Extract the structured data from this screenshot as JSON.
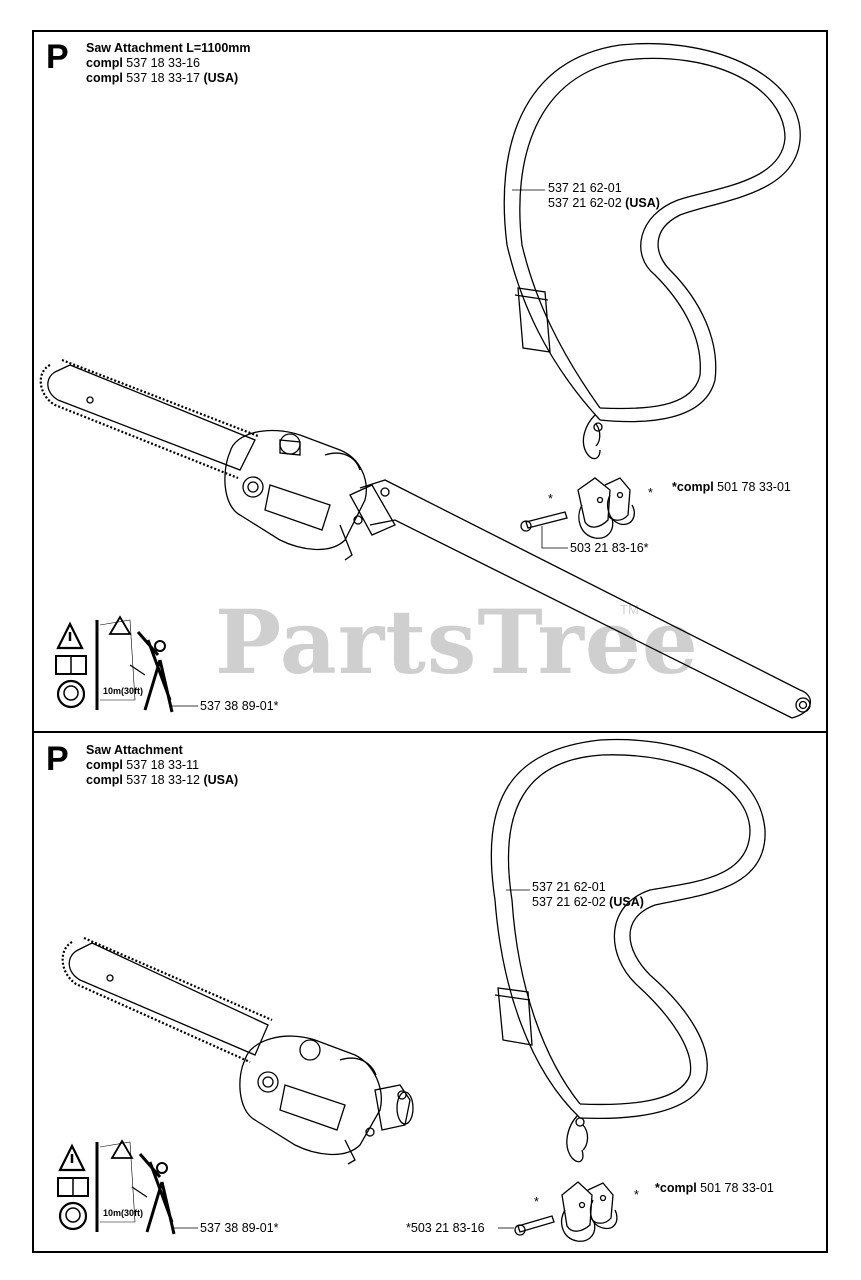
{
  "watermark": {
    "text": "PartsTree",
    "tm": "TM"
  },
  "sections": [
    {
      "letter": "P",
      "title": "Saw Attachment L=1100mm",
      "compl_word": "compl",
      "compl1_num": "537 18 33-16",
      "compl2_num": "537 18 33-17",
      "compl2_suffix": "(USA)",
      "strap_line1": "537 21 62-01",
      "strap_line2_num": "537 21 62-02",
      "strap_line2_suffix": "(USA)",
      "clamp_kit_word": "*compl",
      "clamp_kit_num": "501 78 33-01",
      "screw_label": "503 21 83-16*",
      "decal_label": "537 38 89-01*",
      "decal_distance": "10m(30ft)",
      "asterisk": "*"
    },
    {
      "letter": "P",
      "title": "Saw Attachment",
      "compl_word": "compl",
      "compl1_num": "537 18 33-11",
      "compl2_num": "537 18 33-12",
      "compl2_suffix": "(USA)",
      "strap_line1": "537 21 62-01",
      "strap_line2_num": "537 21 62-02",
      "strap_line2_suffix": "(USA)",
      "clamp_kit_word": "*compl",
      "clamp_kit_num": "501 78 33-01",
      "screw_label": "*503 21 83-16",
      "decal_label": "537 38 89-01*",
      "decal_distance": "10m(30ft)",
      "asterisk": "*"
    }
  ]
}
